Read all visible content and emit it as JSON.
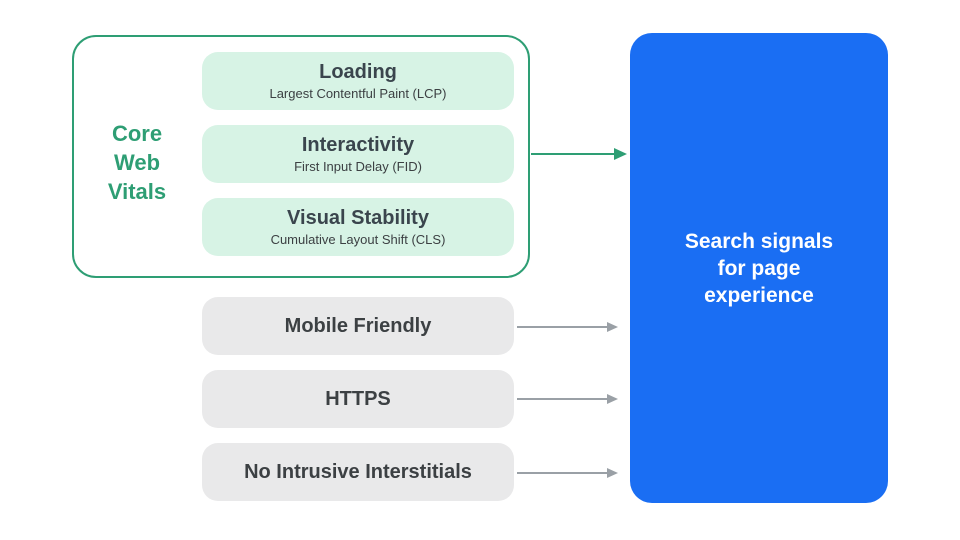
{
  "core_web_vitals": {
    "label": "Core Web Vitals",
    "items": [
      {
        "title": "Loading",
        "subtitle": "Largest Contentful Paint (LCP)"
      },
      {
        "title": "Interactivity",
        "subtitle": "First Input Delay (FID)"
      },
      {
        "title": "Visual Stability",
        "subtitle": "Cumulative Layout Shift (CLS)"
      }
    ]
  },
  "other_signals": {
    "items": [
      {
        "label": "Mobile Friendly"
      },
      {
        "label": "HTTPS"
      },
      {
        "label": "No Intrusive Interstitials"
      }
    ]
  },
  "result": {
    "label": "Search signals for page experience"
  },
  "colors": {
    "accent_green": "#2E9E74",
    "light_green_fill": "#D7F3E5",
    "accent_blue": "#1A6EF3",
    "light_gray_fill": "#E9E9EA",
    "arrow_gray": "#9AA0A6",
    "text_dark": "#3C4043",
    "text_white": "#FFFFFF"
  }
}
